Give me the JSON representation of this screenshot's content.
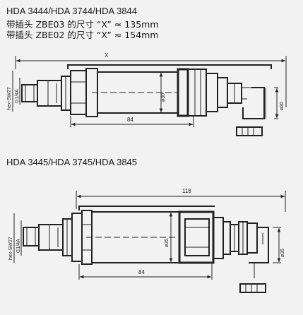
{
  "header": {
    "title1": "HDA 3444/HDA 3744/HDA 3844",
    "line1": "带插头 ZBE03 的尺寸 “X”  ≈ 135mm",
    "line2": "带插头 ZBE02 的尺寸 “X”  ≈ 154mm",
    "title2": "HDA 3445/HDA 3745/HDA 3845"
  },
  "drawing1": {
    "dim_x": "X",
    "dim_hex": "hex-SW27",
    "dim_thread": "G1/4A",
    "dim_dia": "ø30",
    "dim_len": "84",
    "dim_right": "ø30"
  },
  "drawing2": {
    "dim_total": "118",
    "dim_hex": "hex-SW27",
    "dim_thread": "G1/4A",
    "dim_dia": "ø35",
    "dim_len": "84",
    "dim_right": "ø35"
  }
}
